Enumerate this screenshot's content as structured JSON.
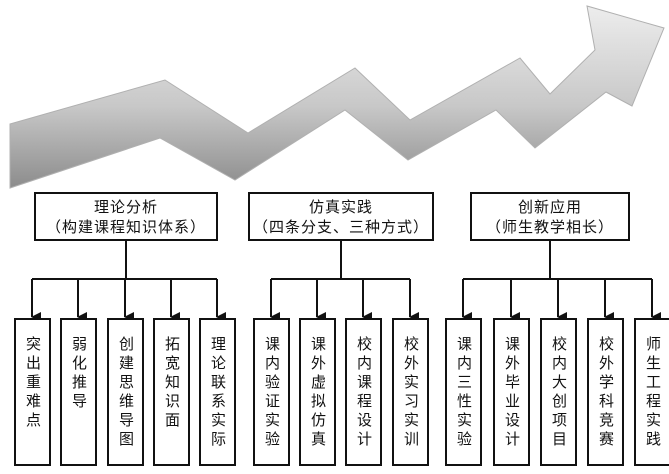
{
  "groups": [
    {
      "title": "理论分析",
      "subtitle": "（构建课程知识体系）",
      "items": [
        "突出重难点",
        "弱化推导",
        "创建思维导图",
        "拓宽知识面",
        "理论联系实际"
      ]
    },
    {
      "title": "仿真实践",
      "subtitle": "（四条分支、三种方式）",
      "items": [
        "课内验证实验",
        "课外虚拟仿真",
        "校内课程设计",
        "校外实习实训"
      ]
    },
    {
      "title": "创新应用",
      "subtitle": "（师生教学相长）",
      "items": [
        "课内三性实验",
        "课外毕业设计",
        "校内大创项目",
        "校外学科竞赛",
        "师生工程实践"
      ]
    }
  ],
  "colors": {
    "arrow_light": "#ededed",
    "arrow_mid": "#c8c8c8",
    "arrow_dark": "#8c8c8c",
    "line": "#111111"
  },
  "icons": [
    "zigzag-arrow-icon",
    "arrowhead-icon"
  ]
}
